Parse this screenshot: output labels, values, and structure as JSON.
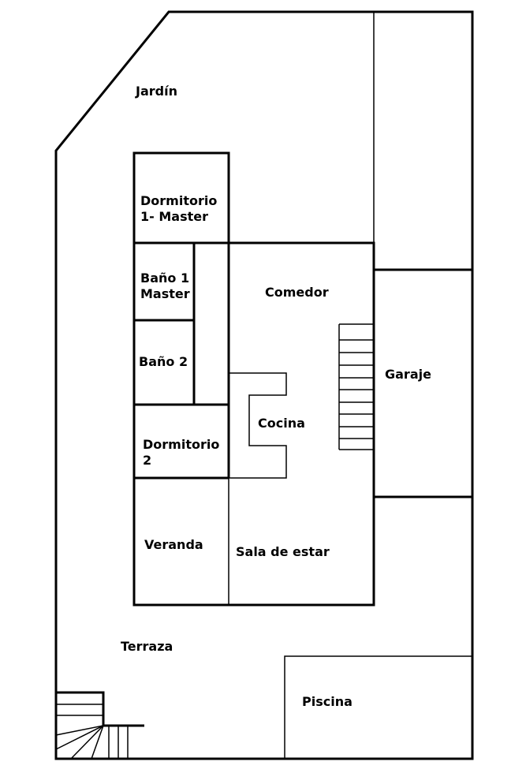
{
  "rooms": {
    "jardin": "Jardín",
    "dormitorio1_l1": "Dormitorio",
    "dormitorio1_l2": "1- Master",
    "bano1_l1": "Baño 1",
    "bano1_l2": "Master",
    "bano2": "Baño 2",
    "comedor": "Comedor",
    "garaje": "Garaje",
    "cocina": "Cocina",
    "dormitorio2_l1": "Dormitorio",
    "dormitorio2_l2": "2",
    "veranda": "Veranda",
    "sala": "Sala de estar",
    "terraza": "Terraza",
    "piscina": "Piscina"
  }
}
